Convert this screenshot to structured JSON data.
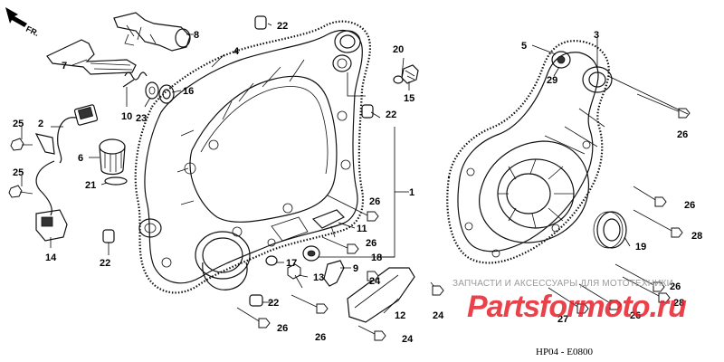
{
  "callouts": [
    {
      "id": "c1",
      "text": "1"
    },
    {
      "id": "c2",
      "text": "2"
    },
    {
      "id": "c3",
      "text": "3"
    },
    {
      "id": "c4",
      "text": "4"
    },
    {
      "id": "c5",
      "text": "5"
    },
    {
      "id": "c6",
      "text": "6"
    },
    {
      "id": "c7",
      "text": "7"
    },
    {
      "id": "c8",
      "text": "8"
    },
    {
      "id": "c9",
      "text": "9"
    },
    {
      "id": "c10",
      "text": "10"
    },
    {
      "id": "c11",
      "text": "11"
    },
    {
      "id": "c12",
      "text": "12"
    },
    {
      "id": "c13",
      "text": "13"
    },
    {
      "id": "c14",
      "text": "14"
    },
    {
      "id": "c15",
      "text": "15"
    },
    {
      "id": "c16",
      "text": "16"
    },
    {
      "id": "c17",
      "text": "17"
    },
    {
      "id": "c18",
      "text": "18"
    },
    {
      "id": "c19",
      "text": "19"
    },
    {
      "id": "c20",
      "text": "20"
    },
    {
      "id": "c21",
      "text": "21"
    },
    {
      "id": "c22a",
      "text": "22"
    },
    {
      "id": "c22b",
      "text": "22"
    },
    {
      "id": "c22c",
      "text": "22"
    },
    {
      "id": "c22d",
      "text": "22"
    },
    {
      "id": "c23",
      "text": "23"
    },
    {
      "id": "c24a",
      "text": "24"
    },
    {
      "id": "c24b",
      "text": "24"
    },
    {
      "id": "c24c",
      "text": "24"
    },
    {
      "id": "c25a",
      "text": "25"
    },
    {
      "id": "c25b",
      "text": "25"
    },
    {
      "id": "c26a",
      "text": "26"
    },
    {
      "id": "c26b",
      "text": "26"
    },
    {
      "id": "c26c",
      "text": "26"
    },
    {
      "id": "c26d",
      "text": "26"
    },
    {
      "id": "c26e",
      "text": "26"
    },
    {
      "id": "c26f",
      "text": "26"
    },
    {
      "id": "c26g",
      "text": "26"
    },
    {
      "id": "c26h",
      "text": "26"
    },
    {
      "id": "c27",
      "text": "27"
    },
    {
      "id": "c28a",
      "text": "28"
    },
    {
      "id": "c28b",
      "text": "28"
    },
    {
      "id": "c29",
      "text": "29"
    }
  ],
  "fr_arrow_label": "FR.",
  "watermark": {
    "line1": "ЗАПЧАСТИ И АКСЕССУАРЫ ДЛЯ МОТОТЕХНИКИ",
    "logo": "Partsformoto.ru"
  },
  "diagram_code": "HP04 - E0800",
  "colors": {
    "line": "#111111",
    "watermark_red": "#e8202a",
    "watermark_gray": "#9a9a9a"
  }
}
